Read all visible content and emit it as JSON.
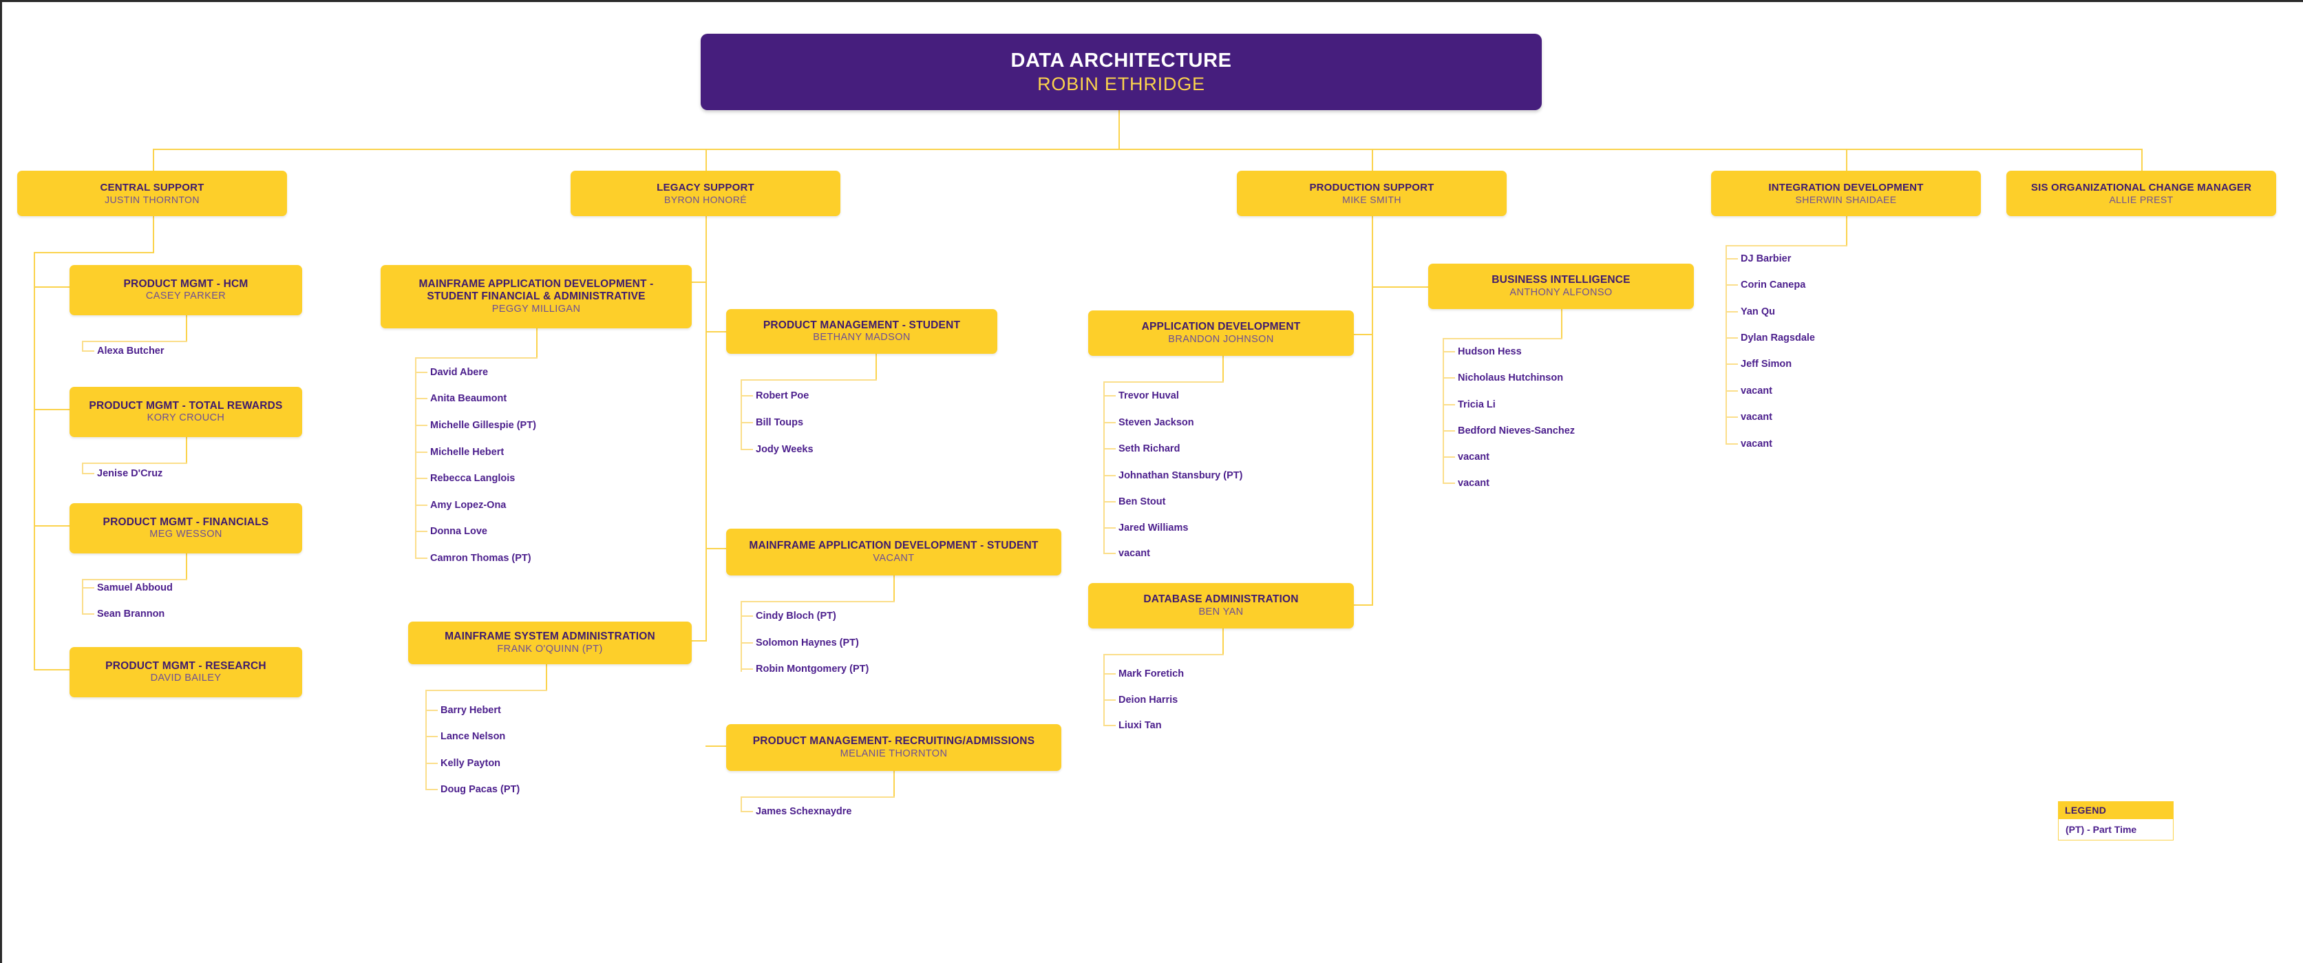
{
  "chart_title": "DATA ARCHITECTURE",
  "colors": {
    "purple": "#461E7D",
    "yellow": "#FDCF2A",
    "line": "#FBD34D",
    "name_text": "#4B1E8C",
    "subtitle_text": "#6C4E96",
    "background": "#FFFFFF"
  },
  "root": {
    "title": "DATA ARCHITECTURE",
    "person": "ROBIN ETHRIDGE"
  },
  "departments": [
    {
      "title": "CENTRAL SUPPORT",
      "person": "JUSTIN THORNTON"
    },
    {
      "title": "LEGACY SUPPORT",
      "person": "BYRON HONORÉ"
    },
    {
      "title": "PRODUCTION SUPPORT",
      "person": "MIKE SMITH"
    },
    {
      "title": "INTEGRATION DEVELOPMENT",
      "person": "SHERWIN SHAIDAEE"
    },
    {
      "title": "SIS ORGANIZATIONAL CHANGE MANAGER",
      "person": "ALLIE PREST"
    }
  ],
  "teams": {
    "hcm": {
      "title": "PRODUCT MGMT - HCM",
      "person": "CASEY PARKER"
    },
    "total_rewards": {
      "title": "PRODUCT MGMT - TOTAL REWARDS",
      "person": "KORY CROUCH"
    },
    "financials": {
      "title": "PRODUCT MGMT - FINANCIALS",
      "person": "MEG WESSON"
    },
    "research": {
      "title": "PRODUCT MGMT - RESEARCH",
      "person": "DAVID BAILEY"
    },
    "mainframe_sfa": {
      "title_line1": "MAINFRAME APPLICATION  DEVELOPMENT -",
      "title_line2": "STUDENT FINANCIAL & ADMINISTRATIVE",
      "person": "PEGGY MILLIGAN"
    },
    "mainframe_sysadmin": {
      "title": "MAINFRAME SYSTEM ADMINISTRATION",
      "person": "FRANK O'QUINN (PT)"
    },
    "pm_student": {
      "title": "PRODUCT MANAGEMENT - STUDENT",
      "person": "BETHANY MADSON"
    },
    "mainframe_student": {
      "title": "MAINFRAME APPLICATION DEVELOPMENT - STUDENT",
      "person": "VACANT"
    },
    "pm_recruiting": {
      "title": "PRODUCT MANAGEMENT- RECRUITING/ADMISSIONS",
      "person": "MELANIE THORNTON"
    },
    "app_dev": {
      "title": "APPLICATION DEVELOPMENT",
      "person": "BRANDON JOHNSON"
    },
    "db_admin": {
      "title": "DATABASE ADMINISTRATION",
      "person": "BEN YAN"
    },
    "business_intel": {
      "title": "BUSINESS INTELLIGENCE",
      "person": "ANTHONY ALFONSO"
    }
  },
  "members": {
    "hcm": [
      "Alexa Butcher"
    ],
    "total_rewards": [
      "Jenise D'Cruz"
    ],
    "financials": [
      "Samuel Abboud",
      "Sean Brannon"
    ],
    "mainframe_sfa": [
      "David Abere",
      "Anita Beaumont",
      "Michelle Gillespie (PT)",
      "Michelle Hebert",
      "Rebecca Langlois",
      "Amy Lopez-Ona",
      "Donna Love",
      "Camron Thomas (PT)"
    ],
    "mainframe_sysadmin": [
      "Barry Hebert",
      "Lance Nelson",
      "Kelly Payton",
      "Doug Pacas (PT)"
    ],
    "pm_student": [
      "Robert Poe",
      "Bill Toups",
      "Jody Weeks"
    ],
    "mainframe_student": [
      "Cindy Bloch (PT)",
      "Solomon Haynes (PT)",
      "Robin Montgomery (PT)"
    ],
    "pm_recruiting": [
      "James Schexnaydre"
    ],
    "app_dev": [
      "Trevor Huval",
      "Steven Jackson",
      "Seth Richard",
      "Johnathan Stansbury (PT)",
      "Ben Stout",
      "Jared Williams",
      "vacant"
    ],
    "db_admin": [
      "Mark Foretich",
      "Deion Harris",
      "Liuxi Tan"
    ],
    "business_intel": [
      "Hudson Hess",
      "Nicholaus Hutchinson",
      "Tricia Li",
      "Bedford Nieves-Sanchez",
      "vacant",
      "vacant"
    ],
    "integration_dev": [
      "DJ Barbier",
      "Corin Canepa",
      "Yan Qu",
      "Dylan Ragsdale",
      "Jeff Simon",
      "vacant",
      "vacant",
      "vacant"
    ]
  },
  "legend": {
    "header": "LEGEND",
    "entry": "(PT) - Part Time"
  }
}
